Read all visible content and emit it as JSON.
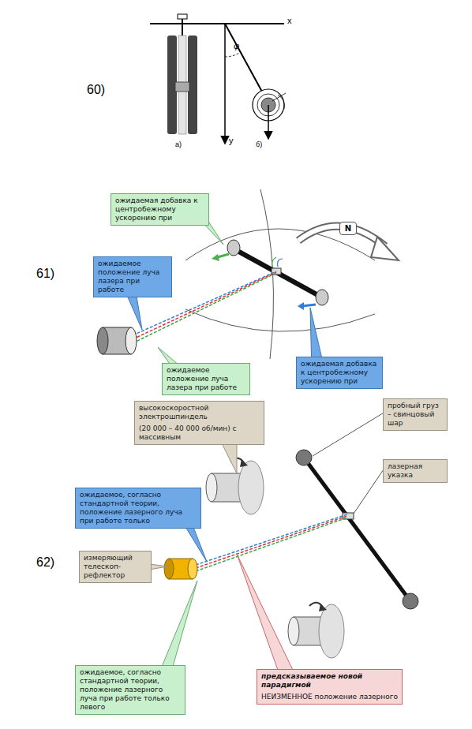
{
  "diagram": {
    "nodes": [
      {
        "text": [
          "ожидаемая добавка к центробежному ускорению при"
        ]
      },
      {
        "text": [
          "N"
        ]
      },
      {
        "text": [
          "ожидаемое положение луча лазера при работе"
        ]
      },
      {
        "text": [
          "ожидаемая добавка к центробежному ускорению при"
        ]
      },
      {
        "text": [
          "ожидаемое положение луча лазера при работе"
        ]
      },
      {
        "text": [
          "высокоскоростной электрошпиндель",
          "(20 000 – 40 000 об/мин) с массивным"
        ]
      },
      {
        "text": [
          "пробный груз – свинцовый шар"
        ]
      },
      {
        "text": [
          "лазерная указка"
        ]
      },
      {
        "text": [
          "ожидаемое, согласно стандартной теории, положение лазерного луча при работе только"
        ]
      },
      {
        "text": [
          "измеряющий телескоп-рефлектор"
        ]
      },
      {
        "text": [
          "ожидаемое, согласно стандартной теории, положение лазерного луча при работе только левого"
        ]
      },
      {
        "text": [
          "предсказываемое новой парадигмой",
          "НЕИЗМЕННОЕ положение лазерного"
        ]
      }
    ],
    "labels": [
      "60)",
      "x",
      "y",
      "φ",
      "а)",
      "б)",
      "61)",
      "62)"
    ]
  }
}
